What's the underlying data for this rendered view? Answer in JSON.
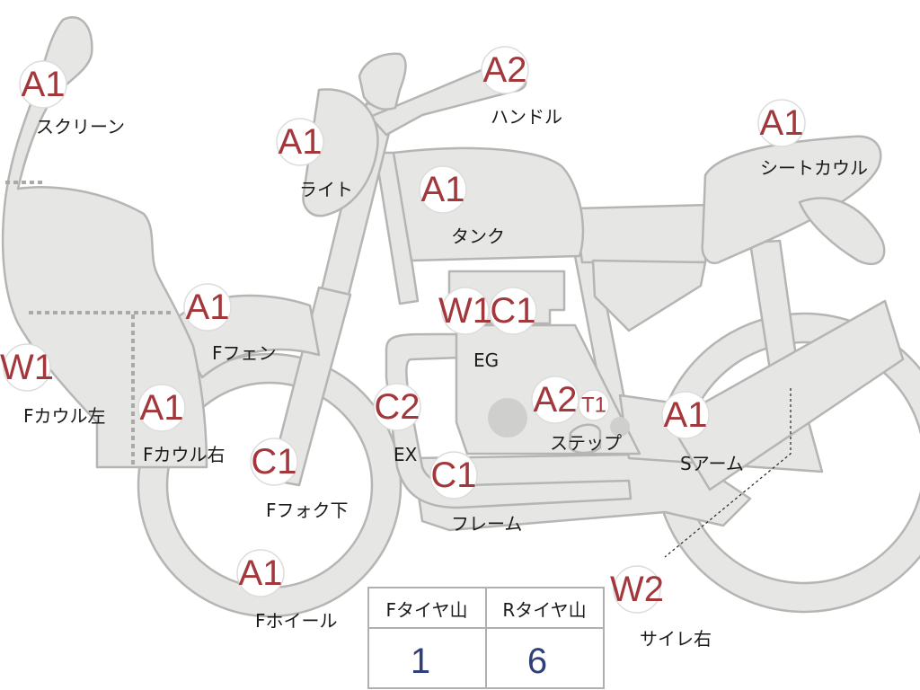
{
  "parts": [
    {
      "id": "screen",
      "grade": "A1",
      "label": "スクリーン"
    },
    {
      "id": "light",
      "grade": "A1",
      "label": "ライト"
    },
    {
      "id": "handle",
      "grade": "A2",
      "label": "ハンドル"
    },
    {
      "id": "seat-cowl",
      "grade": "A1",
      "label": "シートカウル"
    },
    {
      "id": "tank",
      "grade": "A1",
      "label": "タンク"
    },
    {
      "id": "f-fender",
      "grade": "A1",
      "label": "Fフェン"
    },
    {
      "id": "engine",
      "grades": [
        "W1",
        "C1"
      ],
      "label": "EG"
    },
    {
      "id": "f-cowl-left",
      "grade": "W1",
      "label": "Fカウル左"
    },
    {
      "id": "f-cowl-right",
      "grade": "A1",
      "label": "Fカウル右"
    },
    {
      "id": "exhaust",
      "grade": "C2",
      "label": "EX"
    },
    {
      "id": "step",
      "grades": [
        "A2",
        "T1"
      ],
      "label": "ステップ"
    },
    {
      "id": "swing-arm",
      "grade": "A1",
      "label": "Sアーム"
    },
    {
      "id": "f-fork-lower",
      "grade": "C1",
      "label": "Fフォク下"
    },
    {
      "id": "frame",
      "grade": "C1",
      "label": "フレーム"
    },
    {
      "id": "f-wheel",
      "grade": "A1",
      "label": "Fホイール"
    },
    {
      "id": "silencer-right",
      "grade": "W2",
      "label": "サイレ右"
    }
  ],
  "tire_table": {
    "headers": [
      "Fタイヤ山",
      "Rタイヤ山"
    ],
    "values": [
      "1",
      "6"
    ]
  },
  "colors": {
    "grade_text": "#a3383c",
    "tire_value": "#2f3f7a",
    "part_fill": "#e6e6e4",
    "part_outline": "#b5b5b3"
  }
}
